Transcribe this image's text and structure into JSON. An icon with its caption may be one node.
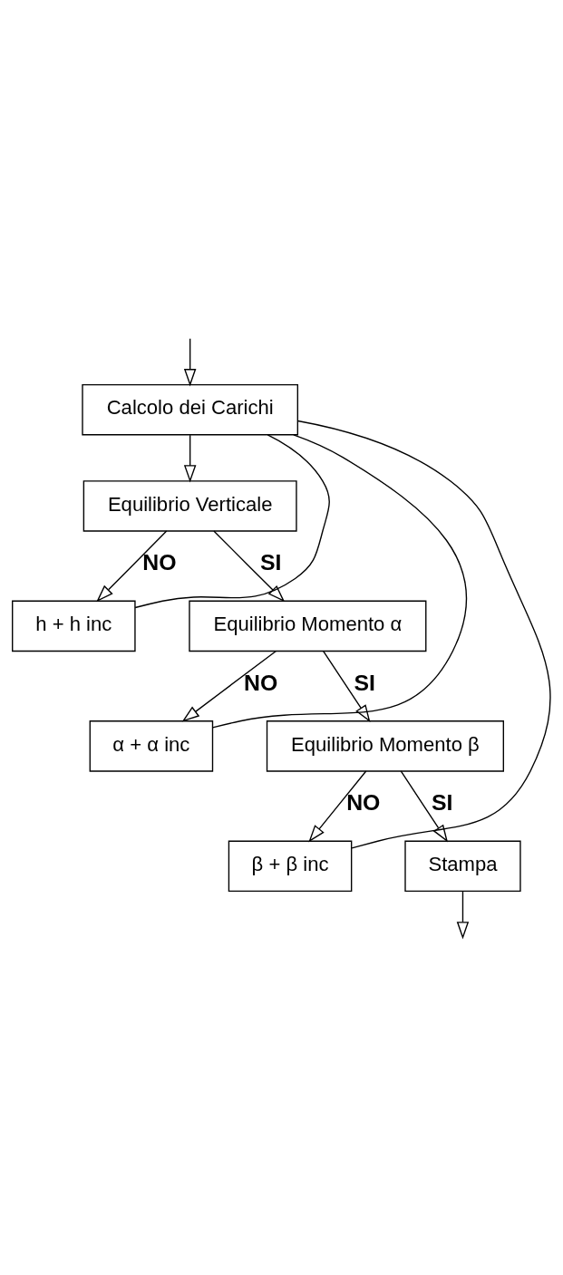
{
  "diagram": {
    "nodes": [
      {
        "text": [
          "Calcolo dei Carichi"
        ]
      },
      {
        "text": [
          "Equilibrio Verticale"
        ]
      },
      {
        "text": [
          "h + h inc"
        ]
      },
      {
        "text": [
          "Equilibrio Momento α"
        ]
      },
      {
        "text": [
          "α + α inc"
        ]
      },
      {
        "text": [
          "Equilibrio Momento β"
        ]
      },
      {
        "text": [
          "β + β inc"
        ]
      },
      {
        "text": [
          "Stampa"
        ]
      }
    ],
    "edges": [
      {
        "from": null,
        "to": 0,
        "arrow": "to"
      },
      {
        "from": 0,
        "to": 1,
        "arrow": "to"
      },
      {
        "from": 1,
        "to": 2,
        "arrow": "to",
        "label": "NO"
      },
      {
        "from": 1,
        "to": 3,
        "arrow": "to",
        "label": "SI"
      },
      {
        "from": 2,
        "to": 0,
        "arrow": "none"
      },
      {
        "from": 3,
        "to": 4,
        "arrow": "to",
        "label": "NO"
      },
      {
        "from": 3,
        "to": 5,
        "arrow": "to",
        "label": "SI"
      },
      {
        "from": 4,
        "to": 0,
        "arrow": "none"
      },
      {
        "from": 5,
        "to": 6,
        "arrow": "to",
        "label": "NO"
      },
      {
        "from": 5,
        "to": 7,
        "arrow": "to",
        "label": "SI"
      },
      {
        "from": 6,
        "to": 0,
        "arrow": "none"
      },
      {
        "from": 7,
        "to": null,
        "arrow": "to"
      }
    ]
  }
}
